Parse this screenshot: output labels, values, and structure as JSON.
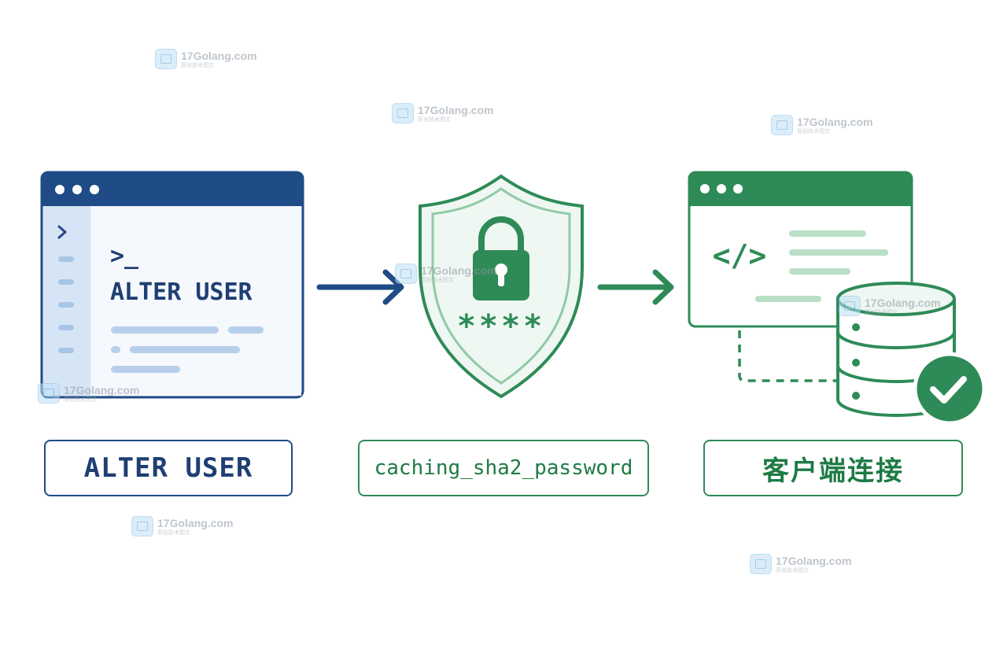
{
  "watermark": {
    "brand": "17Golang.com",
    "tagline": "原创技术图文"
  },
  "terminal": {
    "prompt": ">_",
    "command": "ALTER USER"
  },
  "shield": {
    "password_mask": "****"
  },
  "client": {
    "code_symbol": "</>"
  },
  "labels": {
    "step1": "ALTER USER",
    "step2": "caching_sha2_password",
    "step3": "客户端连接"
  },
  "colors": {
    "blue_dark": "#1f4b86",
    "blue_light": "#eef4fb",
    "green_dark": "#2e8b57",
    "green_light": "#eef7f1"
  }
}
